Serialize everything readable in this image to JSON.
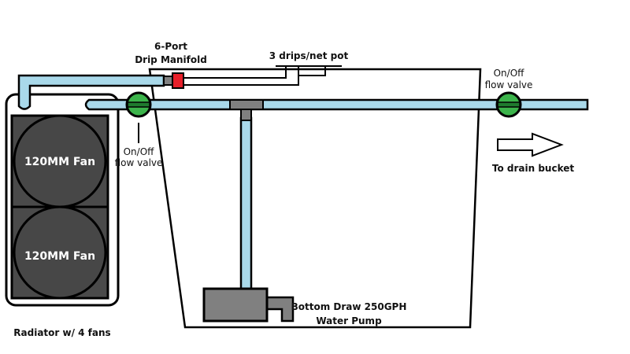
{
  "labels": {
    "manifold_line1": "6-Port",
    "manifold_line2": "Drip Manifold",
    "drips": "3 drips/net pot",
    "valve_left_line1": "On/Off",
    "valve_left_line2": "flow valve",
    "valve_right_line1": "On/Off",
    "valve_right_line2": "flow valve",
    "drain": "To drain bucket",
    "fan_top": "120MM Fan",
    "fan_bottom": "120MM Fan",
    "radiator": "Radiator w/ 4 fans",
    "pump_line1": "Bottom Draw 250GPH",
    "pump_line2": "Water Pump"
  },
  "colors": {
    "pipe": "#a9d9ea",
    "valve": "#3cb44b",
    "manifold": "#e8202a",
    "fitting": "#808080",
    "fan": "#474747"
  }
}
